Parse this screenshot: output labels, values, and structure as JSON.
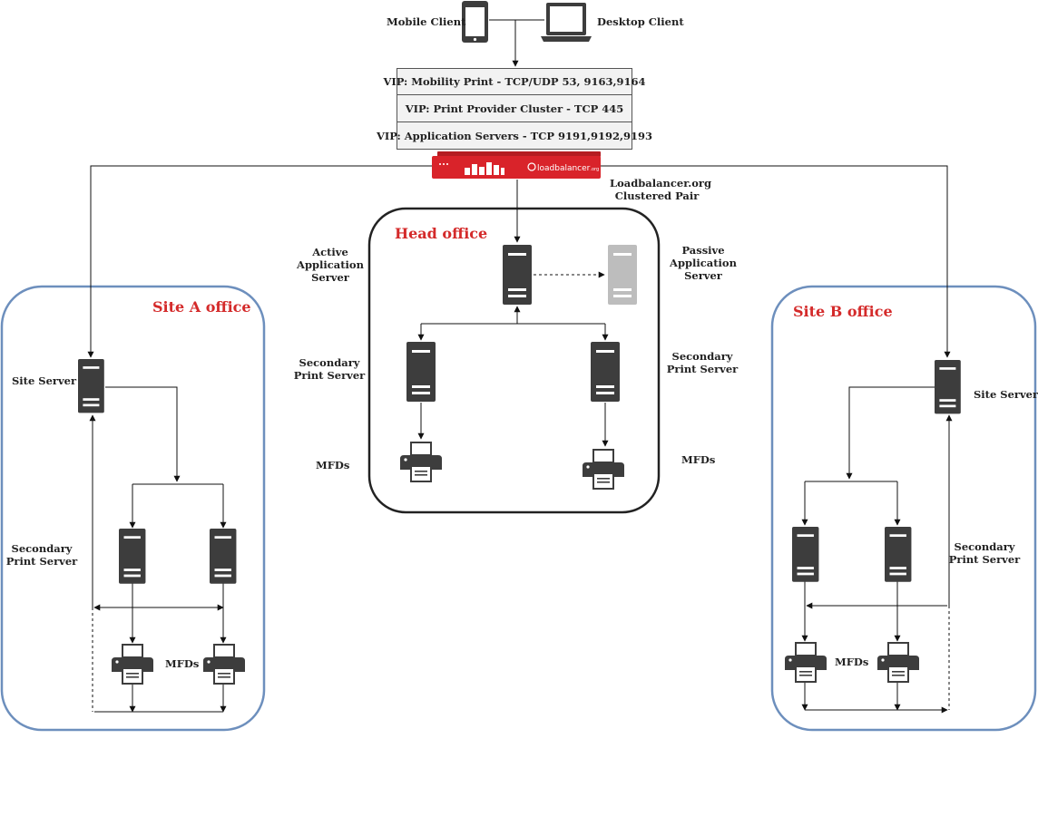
{
  "clients": {
    "mobile_label": "Mobile Client",
    "desktop_label": "Desktop Client"
  },
  "vips": [
    "VIP: Mobility Print - TCP/UDP 53, 9163,9164",
    "VIP: Print Provider Cluster - TCP 445",
    "VIP: Application Servers - TCP 9191,9192,9193"
  ],
  "loadbalancer": {
    "brand": "loadbalancer",
    "brand_suffix": ".org",
    "label_line1": "Loadbalancer.org",
    "label_line2": "Clustered Pair"
  },
  "head_office": {
    "title": "Head office",
    "active_line1": "Active",
    "active_line2": "Application",
    "active_line3": "Server",
    "passive_line1": "Passive",
    "passive_line2": "Application",
    "passive_line3": "Server",
    "secondary_left_line1": "Secondary",
    "secondary_left_line2": "Print Server",
    "secondary_right_line1": "Secondary",
    "secondary_right_line2": "Print Server",
    "mfds_left": "MFDs",
    "mfds_right": "MFDs"
  },
  "site_a": {
    "title": "Site A office",
    "site_server": "Site Server",
    "secondary_line1": "Secondary",
    "secondary_line2": "Print Server",
    "mfds": "MFDs"
  },
  "site_b": {
    "title": "Site B office",
    "site_server": "Site Server",
    "secondary_line1": "Secondary",
    "secondary_line2": "Print Server",
    "mfds": "MFDs"
  },
  "colors": {
    "server": "#3d3d3d",
    "passive_server": "#bdbdbd",
    "site_border": "#6d8fbd",
    "head_border": "#222222",
    "title_red": "#d42a2a",
    "loadbalancer_red": "#d9232a"
  }
}
